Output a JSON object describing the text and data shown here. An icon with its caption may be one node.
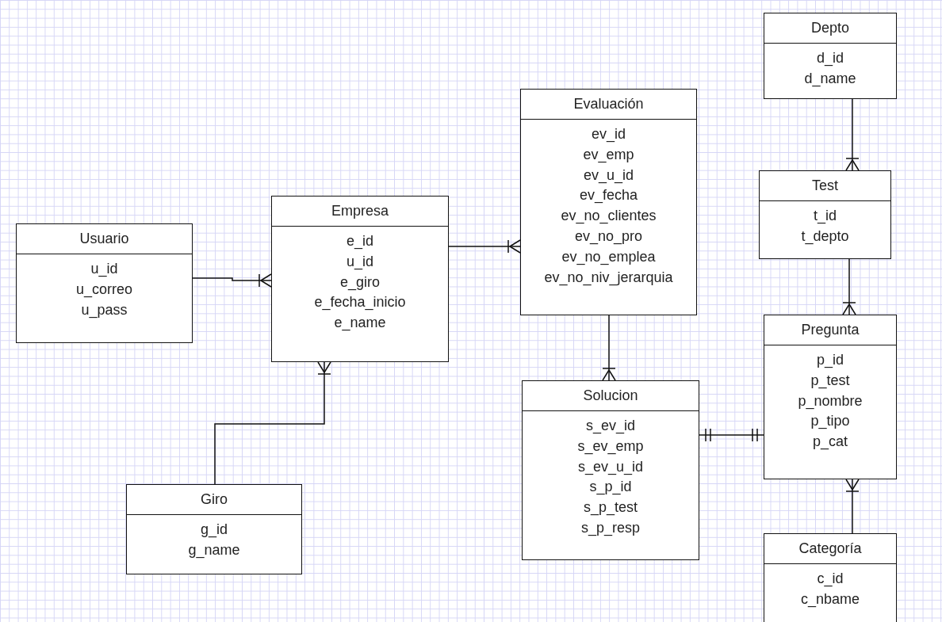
{
  "diagram": {
    "nodes": [
      {
        "text": [
          "Depto",
          "d_id",
          "d_name"
        ]
      },
      {
        "text": [
          "Evaluación",
          "ev_id",
          "ev_emp",
          "ev_u_id",
          "ev_fecha",
          "ev_no_clientes",
          "ev_no_pro",
          "ev_no_emplea",
          "ev_no_niv_jerarquia"
        ]
      },
      {
        "text": [
          "Test",
          "t_id",
          "t_depto"
        ]
      },
      {
        "text": [
          "Empresa",
          "e_id",
          "u_id",
          "e_giro",
          "e_fecha_inicio",
          "e_name"
        ]
      },
      {
        "text": [
          "Usuario",
          "u_id",
          "u_correo",
          "u_pass"
        ]
      },
      {
        "text": [
          "Pregunta",
          "p_id",
          "p_test",
          "p_nombre",
          "p_tipo",
          "p_cat"
        ]
      },
      {
        "text": [
          "Solucion",
          "s_ev_id",
          "s_ev_emp",
          "s_ev_u_id",
          "s_p_id",
          "s_p_test",
          "s_p_resp"
        ]
      },
      {
        "text": [
          "Giro",
          "g_id",
          "g_name"
        ]
      },
      {
        "text": [
          "Categoría",
          "c_id",
          "c_nbame"
        ]
      }
    ],
    "edges": [
      {
        "from": 4,
        "to": 3,
        "arrow": "other"
      },
      {
        "from": 3,
        "to": 1,
        "arrow": "other"
      },
      {
        "from": 7,
        "to": 3,
        "arrow": "other"
      },
      {
        "from": 0,
        "to": 2,
        "arrow": "other"
      },
      {
        "from": 2,
        "to": 5,
        "arrow": "other"
      },
      {
        "from": 1,
        "to": 6,
        "arrow": "other"
      },
      {
        "from": 6,
        "to": 5,
        "arrow": "other"
      },
      {
        "from": 8,
        "to": 5,
        "arrow": "other"
      }
    ]
  }
}
